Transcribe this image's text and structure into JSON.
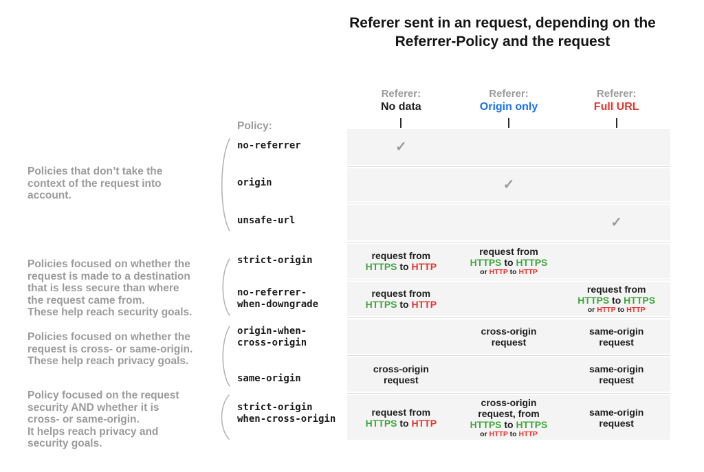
{
  "title": "Referer sent in an request, depending on the\nReferrer-Policy and the request",
  "colors": {
    "green": "#3fa63c",
    "red": "#e5342c",
    "blue": "#1a73e8",
    "gray": "#9b9b9b",
    "black": "#1d1d1f",
    "row_bg": "#f4f4f4",
    "separator": "#dcdcdc",
    "brace": "#b5b5b5",
    "check": "#9b9b9b"
  },
  "icons": {
    "checkmark": "✓"
  },
  "policy_column_label": "Policy:",
  "policies": [
    "no-referrer",
    "origin",
    "unsafe-url",
    "strict-origin",
    "no-referrer-\nwhen-downgrade",
    "origin-when-\ncross-origin",
    "same-origin",
    "strict-origin\nwhen-cross-origin"
  ],
  "annotations": [
    "Policies that don’t take the\ncontext of the request into\naccount.",
    "Policies focused on whether the\nrequest is made to a destination\nthat is less secure than where\nthe request came from.\nThese help reach security goals.",
    "Policies focused on whether the\nrequest is cross- or same-origin.\nThese help reach privacy goals.",
    "Policy focused on the request\nsecurity AND whether it is\ncross- or same-origin.\nIt helps reach privacy and\nsecurity goals."
  ],
  "column_headers": [
    {
      "prefix": "Referer:",
      "label": "No data"
    },
    {
      "prefix": "Referer:",
      "label": "Origin only"
    },
    {
      "prefix": "Referer:",
      "label": "Full URL"
    }
  ],
  "table": {
    "rows": [
      [
        {
          "check": true
        },
        null,
        null
      ],
      [
        null,
        {
          "check": true
        },
        null
      ],
      [
        null,
        null,
        {
          "check": true
        }
      ],
      [
        {
          "lines": [
            {
              "segs": [
                {
                  "t": "request from"
                }
              ]
            },
            {
              "segs": [
                {
                  "t": "HTTPS",
                  "c": "g"
                },
                {
                  "t": " to "
                },
                {
                  "t": "HTTP",
                  "c": "r"
                }
              ]
            }
          ]
        },
        {
          "lines": [
            {
              "segs": [
                {
                  "t": "request from"
                }
              ]
            },
            {
              "segs": [
                {
                  "t": "HTTPS",
                  "c": "g"
                },
                {
                  "t": " to "
                },
                {
                  "t": "HTTPS",
                  "c": "g"
                }
              ]
            },
            {
              "small": true,
              "segs": [
                {
                  "t": "or "
                },
                {
                  "t": "HTTP",
                  "c": "r"
                },
                {
                  "t": " to "
                },
                {
                  "t": "HTTP",
                  "c": "r"
                }
              ]
            }
          ]
        },
        null
      ],
      [
        {
          "lines": [
            {
              "segs": [
                {
                  "t": "request from"
                }
              ]
            },
            {
              "segs": [
                {
                  "t": "HTTPS",
                  "c": "g"
                },
                {
                  "t": " to "
                },
                {
                  "t": "HTTP",
                  "c": "r"
                }
              ]
            }
          ]
        },
        null,
        {
          "lines": [
            {
              "segs": [
                {
                  "t": "request from"
                }
              ]
            },
            {
              "segs": [
                {
                  "t": "HTTPS",
                  "c": "g"
                },
                {
                  "t": " to "
                },
                {
                  "t": "HTTPS",
                  "c": "g"
                }
              ]
            },
            {
              "small": true,
              "segs": [
                {
                  "t": "or "
                },
                {
                  "t": "HTTP",
                  "c": "r"
                },
                {
                  "t": " to "
                },
                {
                  "t": "HTTP",
                  "c": "r"
                }
              ]
            }
          ]
        }
      ],
      [
        null,
        {
          "lines": [
            {
              "segs": [
                {
                  "t": "cross-origin"
                }
              ]
            },
            {
              "segs": [
                {
                  "t": "request"
                }
              ]
            }
          ]
        },
        {
          "lines": [
            {
              "segs": [
                {
                  "t": "same-origin"
                }
              ]
            },
            {
              "segs": [
                {
                  "t": "request"
                }
              ]
            }
          ]
        }
      ],
      [
        {
          "lines": [
            {
              "segs": [
                {
                  "t": "cross-origin"
                }
              ]
            },
            {
              "segs": [
                {
                  "t": "request"
                }
              ]
            }
          ]
        },
        null,
        {
          "lines": [
            {
              "segs": [
                {
                  "t": "same-origin"
                }
              ]
            },
            {
              "segs": [
                {
                  "t": "request"
                }
              ]
            }
          ]
        }
      ],
      [
        {
          "lines": [
            {
              "segs": [
                {
                  "t": "request from"
                }
              ]
            },
            {
              "segs": [
                {
                  "t": "HTTPS",
                  "c": "g"
                },
                {
                  "t": " to "
                },
                {
                  "t": "HTTP",
                  "c": "r"
                }
              ]
            }
          ]
        },
        {
          "lines": [
            {
              "segs": [
                {
                  "t": "cross-origin"
                }
              ]
            },
            {
              "segs": [
                {
                  "t": "request, from"
                }
              ]
            },
            {
              "segs": [
                {
                  "t": "HTTPS",
                  "c": "g"
                },
                {
                  "t": " to "
                },
                {
                  "t": "HTTPS",
                  "c": "g"
                }
              ]
            },
            {
              "small": true,
              "segs": [
                {
                  "t": "or "
                },
                {
                  "t": "HTTP",
                  "c": "r"
                },
                {
                  "t": " to "
                },
                {
                  "t": "HTTP",
                  "c": "r"
                }
              ]
            }
          ]
        },
        {
          "lines": [
            {
              "segs": [
                {
                  "t": "same-origin"
                }
              ]
            },
            {
              "segs": [
                {
                  "t": "request"
                }
              ]
            }
          ]
        }
      ]
    ]
  }
}
